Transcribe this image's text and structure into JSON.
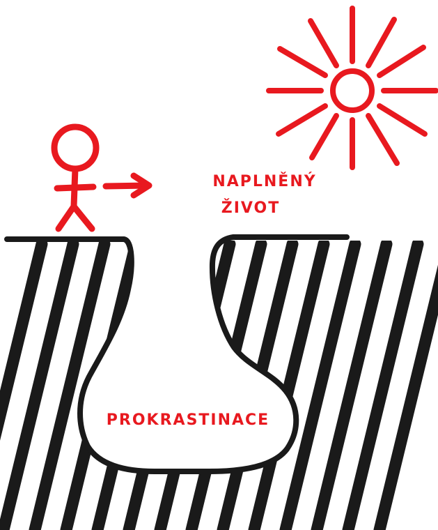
{
  "labels": {
    "goal_line_1": "NAPLNĚNÝ",
    "goal_line_2": "ŽIVOT",
    "pit": "PROKRASTINACE"
  },
  "colors": {
    "accent": "#e8191f",
    "ink": "#1a1a1a",
    "background": "#ffffff"
  },
  "icons": {
    "figure": "stick-figure-icon",
    "arrow": "arrow-right-icon",
    "sun": "sun-icon"
  }
}
